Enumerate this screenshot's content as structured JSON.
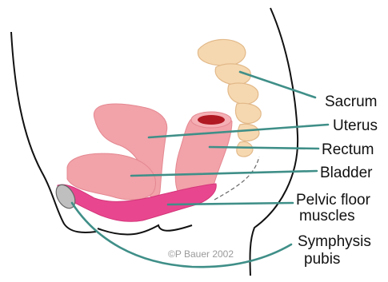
{
  "labels": {
    "sacrum": "Sacrum",
    "uterus": "Uterus",
    "rectum": "Rectum",
    "bladder": "Bladder",
    "pelvic_floor_line1": "Pelvic floor",
    "pelvic_floor_line2": "muscles",
    "symphysis_line1": "Symphysis",
    "symphysis_line2": "pubis"
  },
  "copyright": "©P Bauer 2002",
  "colors": {
    "leader": "#3f8f88",
    "bone": "#f6d8b0",
    "organ": "#f2a2a9",
    "pelvic_floor": "#e8478f",
    "rectum_lumen": "#b01822",
    "outline": "#111111"
  }
}
